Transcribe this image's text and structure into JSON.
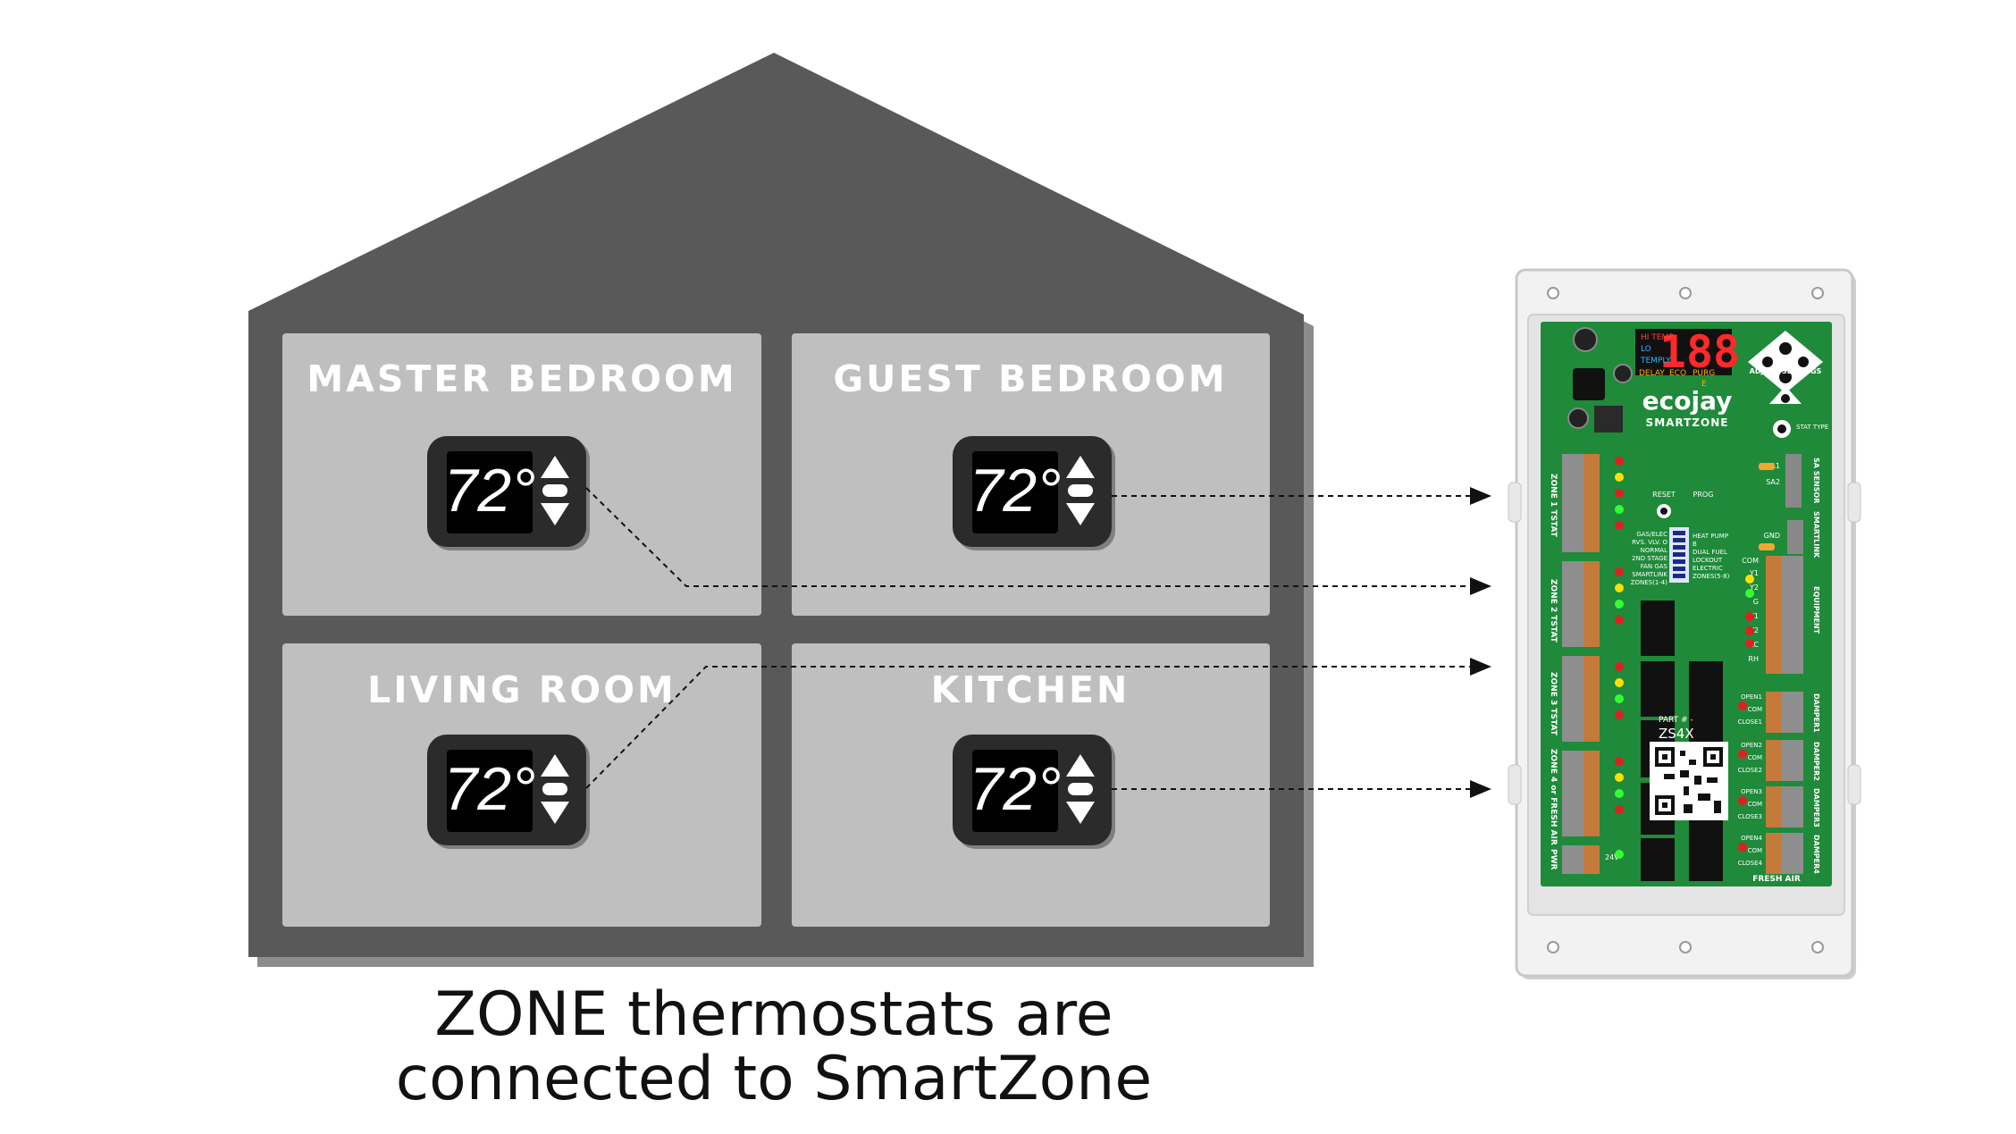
{
  "rooms": [
    {
      "name": "MASTER BEDROOM",
      "temp": "72°"
    },
    {
      "name": "GUEST BEDROOM",
      "temp": "72°"
    },
    {
      "name": "LIVING ROOM",
      "temp": "72°"
    },
    {
      "name": "KITCHEN",
      "temp": "72°"
    }
  ],
  "caption": {
    "line1": "ZONE thermostats are",
    "line2": "connected to SmartZone"
  },
  "device": {
    "brand": "ecojay",
    "product": "SMARTZONE",
    "led_display": "188",
    "mode_labels": [
      "HI TEMP",
      "LO",
      "TEMPLY",
      "DELAY",
      "ECO",
      "PURG",
      "E"
    ],
    "adjust_settings": "ADJUST SETTINGS",
    "stat_type": "STAT TYPE",
    "reset": "RESET",
    "prog": "PROG",
    "part_label": "PART # -",
    "part_number": "ZS4X",
    "zone_labels": [
      "ZONE 1 TSTAT",
      "ZONE 2 TSTAT",
      "ZONE 3 TSTAT",
      "ZONE 4 or FRESH AIR"
    ],
    "right_labels": [
      "SA SENSOR",
      "SMARTLINK",
      "EQUIPMENT",
      "DAMPER1",
      "DAMPER2",
      "DAMPER3",
      "DAMPER4"
    ],
    "terminal_labels": [
      "SA1",
      "SA2",
      "GND",
      "COM",
      "Y1",
      "Y2",
      "G",
      "W1",
      "W2",
      "RC",
      "RH"
    ],
    "damper_terminals": [
      "OPEN1",
      "COM",
      "CLOSE1",
      "OPEN2",
      "COM",
      "CLOSE2",
      "OPEN3",
      "COM",
      "CLOSE3",
      "OPEN4",
      "COM",
      "CLOSE4"
    ],
    "dip_left": [
      "GAS/ELEC",
      "RVS. VLV. O",
      "NORMAL",
      "2ND STAGE",
      "FAN GAS",
      "SMARTLINK",
      "ZONES(1-4)"
    ],
    "dip_right": [
      "HEAT PUMP",
      "B",
      "DUAL FUEL",
      "LOCKOUT",
      "ELECTRIC",
      "ZONES(5-8)"
    ],
    "fresh_air": "FRESH AIR",
    "pwr": "PWR",
    "volt": "24V"
  },
  "colors": {
    "house": "#595959",
    "house_shadow": "#8c8c8c",
    "room": "#bfbfbf",
    "pcb": "#1f8a3a",
    "led": "#ff2a2a"
  }
}
